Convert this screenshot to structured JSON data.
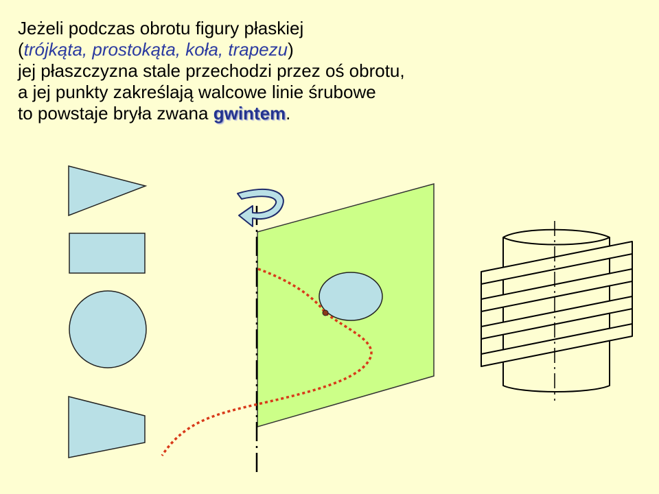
{
  "text": {
    "line1": "Jeżeli podczas obrotu figury płaskiej",
    "line2_open": "(",
    "line2_italic": "trójkąta, prostokąta, koła, trapezu",
    "line2_close": ")",
    "line3": "jej płaszczyzna stale przechodzi przez oś obrotu,",
    "line4": "a jej punkty zakreślają walcowe linie śrubowe",
    "line5_prefix": "to powstaje bryła zwana ",
    "line5_term": "gwintem",
    "line5_suffix": "."
  },
  "colors": {
    "background": "#fefed2",
    "shape_fill": "#b9e0e6",
    "plane_fill": "#ccff88",
    "helix": "#d83a1a",
    "arrow_fill": "#b9e0e6",
    "italic_text": "#2b3aa0",
    "term_text": "#24348f"
  },
  "shapes": [
    "triangle",
    "rectangle",
    "circle",
    "trapezoid"
  ]
}
